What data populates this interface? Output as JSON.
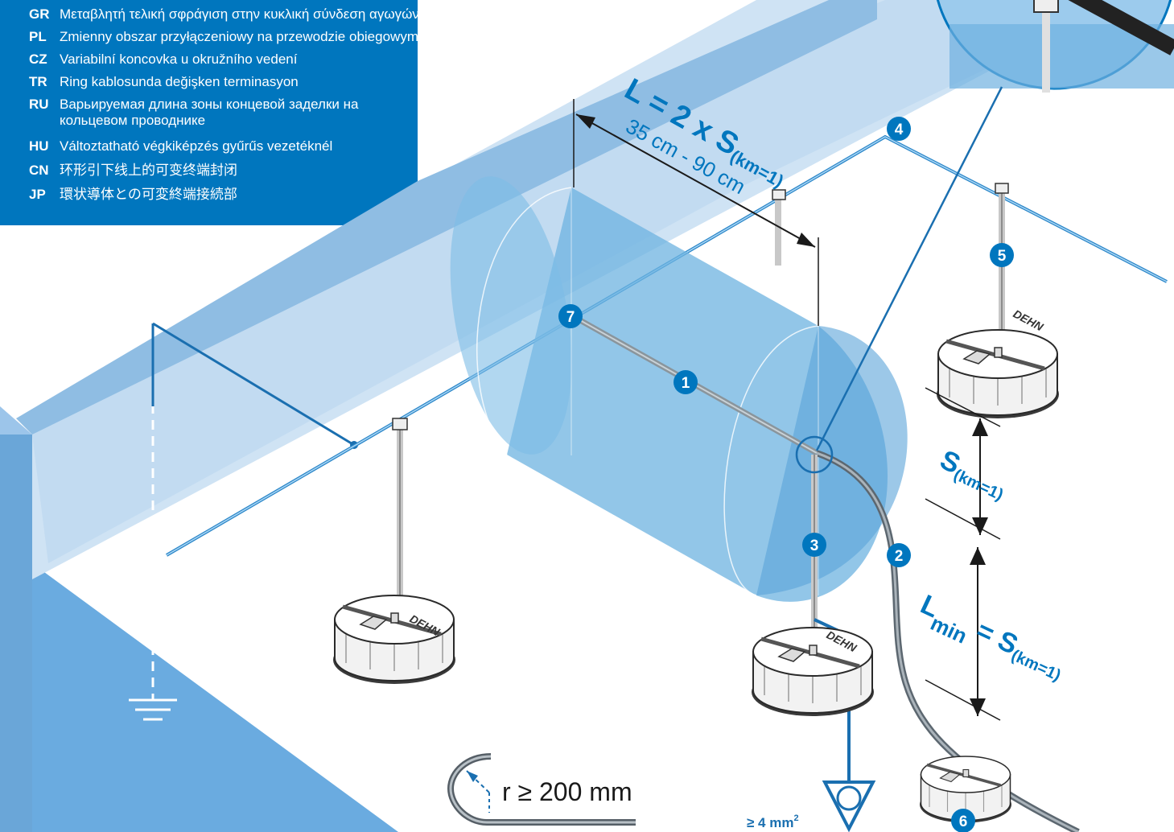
{
  "legend": [
    {
      "code": "GR",
      "text": "Μεταβλητή τελική σφράγιση στην κυκλική σύνδεση αγωγών"
    },
    {
      "code": "PL",
      "text": "Zmienny obszar przyłączeniowy na przewodzie obiegowym"
    },
    {
      "code": "CZ",
      "text": "Variabilní koncovka u okružního vedení"
    },
    {
      "code": "TR",
      "text": "Ring kablosunda değişken terminasyon"
    },
    {
      "code": "RU",
      "text": "Варьируемая длина зоны концевой заделки на кольцевом проводнике"
    },
    {
      "code": "HU",
      "text": "Változtatható végkiképzés gyűrűs vezetéknél"
    },
    {
      "code": "CN",
      "text": "环形引下线上的可变终端封闭"
    },
    {
      "code": "JP",
      "text": "環状導体との可変終端接続部"
    }
  ],
  "badges": {
    "b1": "1",
    "b2": "2",
    "b3": "3",
    "b4": "4",
    "b5": "5",
    "b6": "6",
    "b7": "7"
  },
  "dimensions": {
    "l_prefix": "L = 2 x S",
    "km_sub": "(km=1)",
    "range": "35 cm - 90 cm",
    "s_label": "S",
    "lmin_label": "L",
    "lmin_sub": "min",
    "lmin_eq": " = S",
    "radius": "r ≥ 200 mm",
    "cross_section": "≥ 4 mm",
    "cross_sup": "2"
  },
  "brand": "DEHN",
  "colors": {
    "primary": "#0076be",
    "light_blue": "#cfe3f4",
    "wall": "#8fbde3",
    "cylinder": "#6db3e0",
    "rod": "#9aa3aa"
  }
}
